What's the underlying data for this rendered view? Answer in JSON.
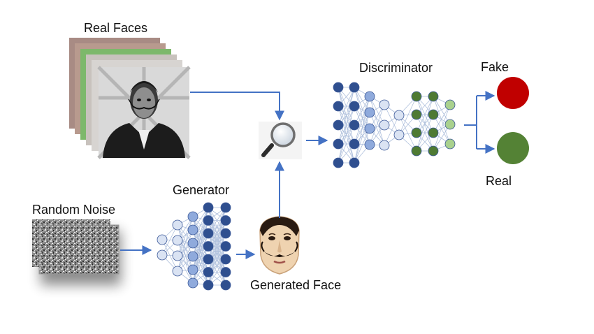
{
  "labels": {
    "real_faces": "Real Faces",
    "discriminator": "Discriminator",
    "fake": "Fake",
    "real": "Real",
    "generator": "Generator",
    "random_noise": "Random Noise",
    "generated_face": "Generated Face"
  },
  "colors": {
    "arrow": "#4472c4",
    "gen_dark": "#2f4f8f",
    "gen_mid": "#8faadc",
    "gen_light": "#dae3f3",
    "disc_dark_blue": "#2f4f8f",
    "disc_mid_blue": "#8faadc",
    "disc_light_blue": "#dae3f3",
    "disc_dark_green": "#4e7a33",
    "disc_light_green": "#a9d18e",
    "fake_output": "#c00000",
    "real_output": "#548235"
  },
  "icons": {
    "magnifier": "magnifier-icon",
    "mask": "dali-mask-icon",
    "photo": "portrait-photo-icon"
  }
}
